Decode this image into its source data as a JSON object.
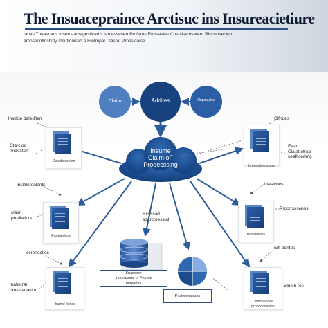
{
  "header": {
    "title": "The Insuacepraince Arctisuc ins Insureacietiure",
    "subtitle_lines": [
      "tabas Theascans Insurcaamagesticams tarcessesen Proferos Frorsastes Coshlisemsatern Rioconsectem",
      "amosecofinsbifty Insutionised A Frefmpal Clasrof Prossidaise."
    ]
  },
  "colors": {
    "primary_blue": "#1e4f93",
    "light_blue": "#4f7fc0",
    "arrow_blue": "#2d5c9c",
    "dashed_line": "#6c6c6c"
  },
  "nodes": {
    "claim": "Claim",
    "address": "Addites",
    "right_circle": "Rupotaalos",
    "cloud": [
      "Insume",
      "Claim oF",
      "Proqecssing"
    ],
    "database": [
      "Snasoom",
      "mourasoral of Pronee",
      "porsaries"
    ],
    "globe_caption": "Proloowamons"
  },
  "left_labels": [
    {
      "name": "left-label-1",
      "lines": [
        "lnsdcle daledfien"
      ]
    },
    {
      "name": "left-label-2",
      "lines": [
        "Ctarciod",
        "poasaten"
      ]
    },
    {
      "name": "left-label-3",
      "lines": [
        "Inslaleteolents"
      ]
    },
    {
      "name": "left-label-4",
      "lines": [
        "claim",
        "prodlatiors"
      ]
    },
    {
      "name": "left-label-5",
      "lines": [
        "ccrenactlos"
      ]
    },
    {
      "name": "left-label-6",
      "lines": [
        "mafietral",
        "prosisadasion"
      ]
    }
  ],
  "right_labels": [
    {
      "name": "right-label-1",
      "lines": [
        "Clfhdes"
      ]
    },
    {
      "name": "right-label-2",
      "lines": [
        "Eaad",
        "Claiat ofrab",
        "ceafllcerlmg"
      ]
    },
    {
      "name": "right-label-3",
      "lines": [
        "Inasicnes"
      ]
    },
    {
      "name": "right-label-4",
      "lines": [
        "Procrrsssenes"
      ]
    },
    {
      "name": "right-label-5",
      "lines": [
        "Ellt aentes"
      ]
    },
    {
      "name": "right-label-6",
      "lines": [
        "Eluelh res"
      ]
    }
  ],
  "mid_labels": {
    "rcsssad": [
      "Rcsssad",
      "sdarcroesslal"
    ]
  },
  "cards_left": [
    "Cahafelsselen",
    "Proitaedcos",
    "Inartcl fionss"
  ],
  "cards_right": [
    "Lrseasdbessons",
    "Brsdlrotoes",
    "Cohbsaionce",
    "prooccoossian"
  ]
}
